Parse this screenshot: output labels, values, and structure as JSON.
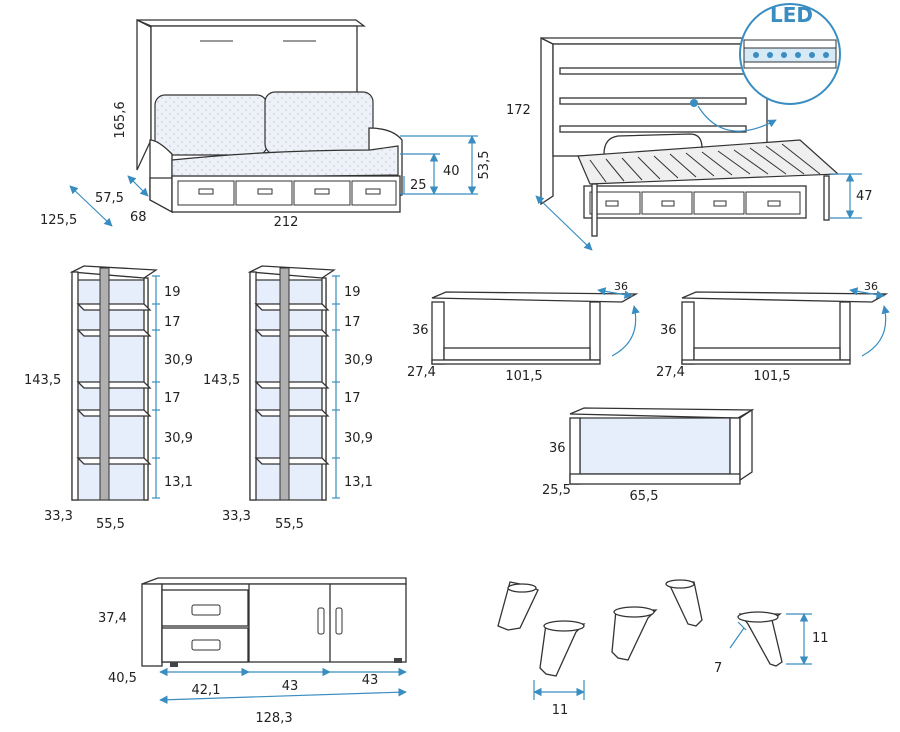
{
  "colors": {
    "dimension_line": "#3a8dc0",
    "panel_fill": "#e7eefb",
    "outline": "#333333"
  },
  "bed_sofa": {
    "height": "165,6",
    "depth1": "57,5",
    "depth2": "68",
    "depth3": "125,5",
    "width": "212",
    "h25": "25",
    "h40": "40",
    "h53": "53,5"
  },
  "bed_open": {
    "height": "172",
    "leg": "47",
    "led_label": "LED"
  },
  "shelf_left": {
    "height": "143,5",
    "depth": "33,3",
    "width": "55,5",
    "gaps": [
      "19",
      "17",
      "30,9",
      "17",
      "30,9",
      "13,1"
    ]
  },
  "shelf_right": {
    "height": "143,5",
    "depth": "33,3",
    "width": "55,5",
    "gaps": [
      "19",
      "17",
      "30,9",
      "17",
      "30,9",
      "13,1"
    ]
  },
  "wall_shelf_a": {
    "height": "36",
    "depth": "27,4",
    "width": "101,5",
    "top": "36"
  },
  "wall_shelf_b": {
    "height": "36",
    "depth": "27,4",
    "width": "101,5",
    "top": "36"
  },
  "wall_box": {
    "height": "36",
    "depth": "25,5",
    "width": "65,5"
  },
  "sideboard": {
    "height": "37,4",
    "depth": "40,5",
    "w1": "42,1",
    "w2": "43",
    "w3": "43",
    "total": "128,3"
  },
  "legs": {
    "width": "11",
    "height": "11",
    "angle": "7"
  }
}
